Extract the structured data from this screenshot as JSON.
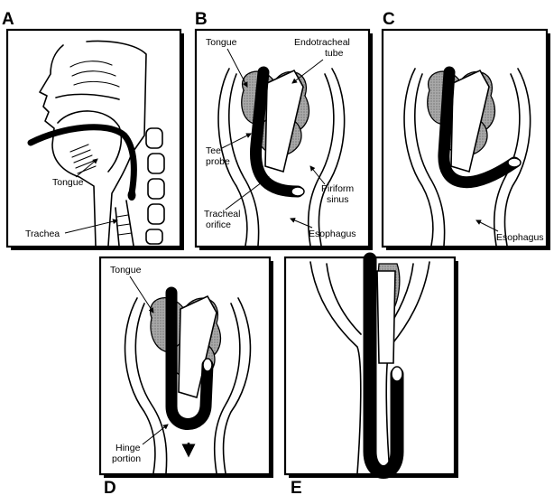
{
  "panels": {
    "A": {
      "label": "A",
      "tongue": "Tongue",
      "trachea": "Trachea"
    },
    "B": {
      "label": "B",
      "tongue": "Tongue",
      "endotracheal_1": "Endotracheal",
      "endotracheal_2": "tube",
      "tee_1": "Tee",
      "tee_2": "probe",
      "piriform_1": "Piriform",
      "piriform_2": "sinus",
      "tracheal_1": "Tracheal",
      "tracheal_2": "orifice",
      "esophagus": "Esophagus"
    },
    "C": {
      "label": "C",
      "esophagus": "Esophagus"
    },
    "D": {
      "label": "D",
      "tongue": "Tongue",
      "hinge_1": "Hinge",
      "hinge_2": "portion"
    },
    "E": {
      "label": "E"
    }
  }
}
